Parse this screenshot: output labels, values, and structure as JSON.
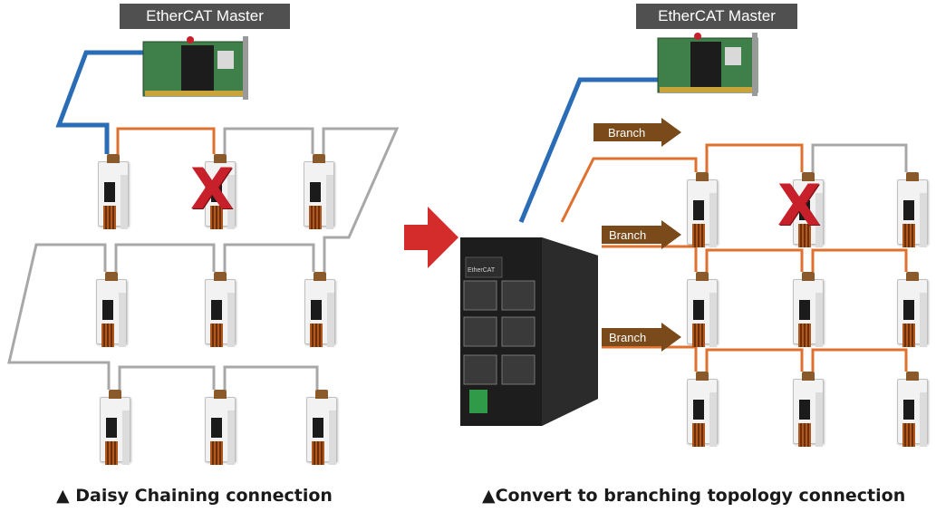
{
  "diagram": {
    "left": {
      "master_label": "EtherCAT Master",
      "caption": "▲ Daisy Chaining connection"
    },
    "right": {
      "master_label": "EtherCAT Master",
      "caption": "▲Convert to branching topology connection",
      "branch_labels": [
        "Branch",
        "Branch",
        "Branch"
      ]
    },
    "switch_device": {
      "top_text": "EtherCAT",
      "port_count": 6
    },
    "module_count_per_side": 9,
    "failed_node_mark": "X",
    "colors": {
      "master_link": "#2a6cb5",
      "active_link": "#e0702f",
      "inactive_link": "#a8a8a8",
      "branch_arrow": "#7a4a1a",
      "transition_arrow": "#d42b2b",
      "label_bg": "#505050",
      "fail_mark": "#c8202a"
    }
  }
}
